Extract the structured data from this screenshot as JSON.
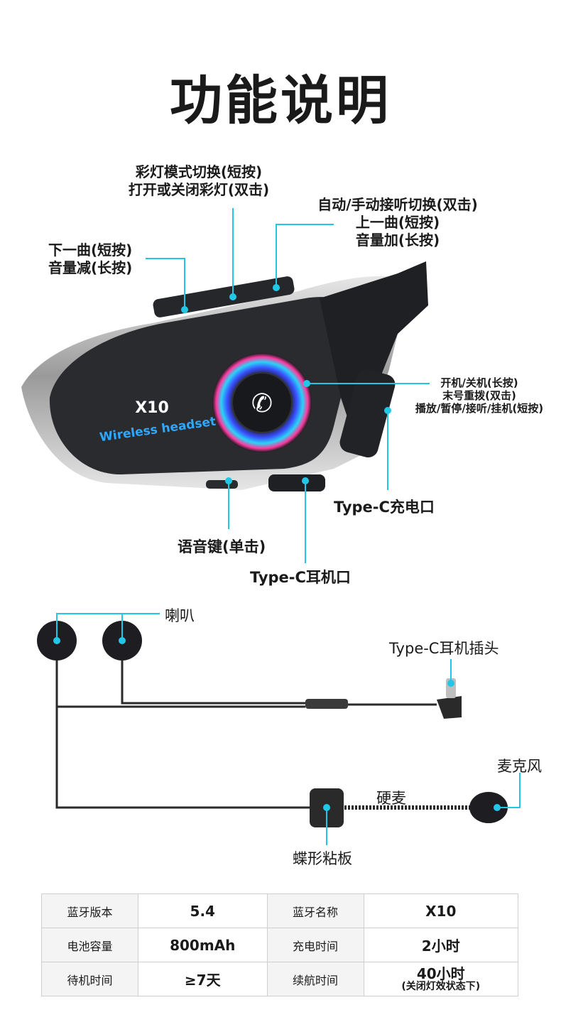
{
  "title": "功能说明",
  "headset": {
    "model": "X10",
    "subtitle": "Wireless headset",
    "labels": {
      "light_line1": "彩灯模式切换(短按)",
      "light_line2": "打开或关闭彩灯(双击)",
      "auto_line1": "自动/手动接听切换(双击)",
      "auto_line2": "上一曲(短按)",
      "auto_line3": "音量加(长按)",
      "prev_line1": "下一曲(短按)",
      "prev_line2": "音量减(长按)",
      "power_line1": "开机/关机(长按)",
      "power_line2": "末号重拨(双击)",
      "power_line3": "播放/暂停/接听/挂机(短按)",
      "charge_port": "Type-C充电口",
      "voice_key": "语音键(单击)",
      "earphone_port": "Type-C耳机口"
    }
  },
  "accessories": {
    "speaker": "喇叭",
    "plug": "Type-C耳机插头",
    "mic": "麦克风",
    "hard_mic": "硬麦",
    "pad": "蝶形粘板"
  },
  "specs": [
    {
      "k1": "蓝牙版本",
      "v1": "5.4",
      "k2": "蓝牙名称",
      "v2": "X10"
    },
    {
      "k1": "电池容量",
      "v1": "800mAh",
      "k2": "充电时间",
      "v2": "2小时"
    },
    {
      "k1": "待机时间",
      "v1": "≥7天",
      "k2": "续航时间",
      "v2": "40小时",
      "v2_note": "(关闭灯效状态下)"
    }
  ],
  "colors": {
    "accent": "#22c7e8",
    "body": "#2a2b2f",
    "text": "#1a1a1a"
  }
}
